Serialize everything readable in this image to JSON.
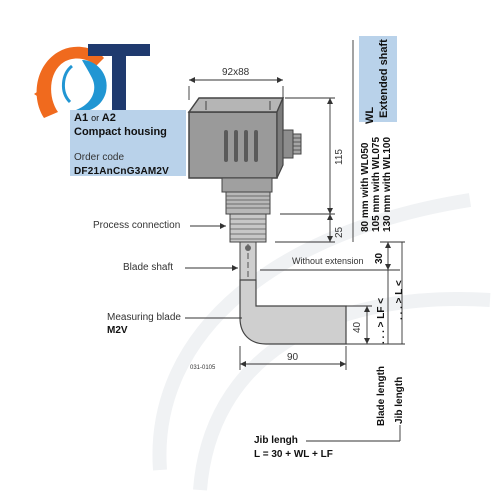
{
  "colors": {
    "panel": "#b9d2ea",
    "housing": "#9a9a9a",
    "housing_dark": "#6e6e6e",
    "logo_orange": "#f06a1e",
    "logo_blue": "#2196d3",
    "logo_navy": "#1f3a6e"
  },
  "housing": {
    "variant_a1": "A1",
    "variant_or": "or",
    "variant_a2": "A2",
    "title": "Compact housing",
    "order_code_label": "Order code",
    "order_code": "DF21AnCnG3AM2V"
  },
  "extended_shaft": {
    "title": "Extended shaft",
    "symbol": "WL",
    "lines": [
      "80 mm with WL050",
      "105 mm with WL075",
      "130 mm with WL100"
    ]
  },
  "labels": {
    "process_connection": "Process connection",
    "blade_shaft": "Blade shaft",
    "without_extension": "Without extension",
    "measuring_blade": "Measuring blade",
    "measuring_blade_model": "M2V",
    "figure_id": "031-0105",
    "blade_length": "Blade length",
    "lf_symbol": ". . . > LF <",
    "jib_length": "Jib length",
    "l_symbol": ". . . > L <",
    "jib_lengh": "Jib lengh",
    "formula": "L = 30 + WL + LF"
  },
  "dimensions": {
    "top_width": "92x88",
    "housing_height": "115",
    "connection_height": "25",
    "shaft_length": "30",
    "blade_height": "40",
    "blade_width": "90"
  }
}
